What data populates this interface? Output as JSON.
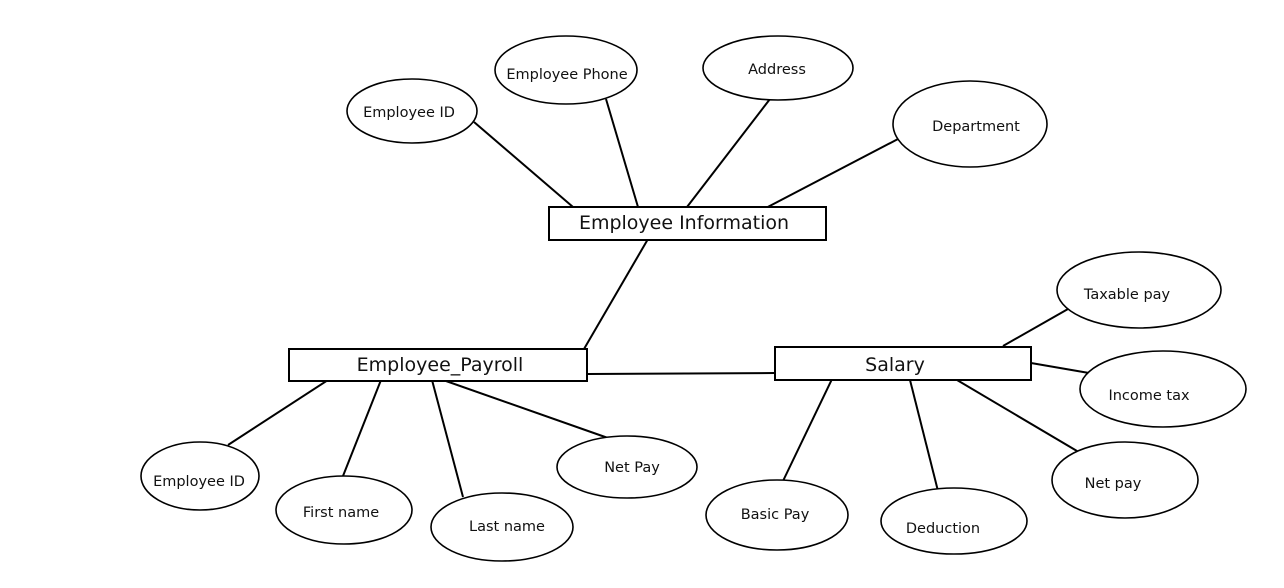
{
  "entities": {
    "employee_information": "Employee Information",
    "employee_payroll": "Employee_Payroll",
    "salary": "Salary"
  },
  "attributes": {
    "info_employee_id": "Employee ID",
    "employee_phone": "Employee Phone",
    "address": "Address",
    "department": "Department",
    "payroll_employee_id": "Employee ID",
    "first_name": "First name",
    "last_name": "Last name",
    "payroll_net_pay": "Net Pay",
    "taxable_pay": "Taxable pay",
    "income_tax": "Income tax",
    "salary_net_pay": "Net pay",
    "basic_pay": "Basic Pay",
    "deduction": "Deduction"
  }
}
